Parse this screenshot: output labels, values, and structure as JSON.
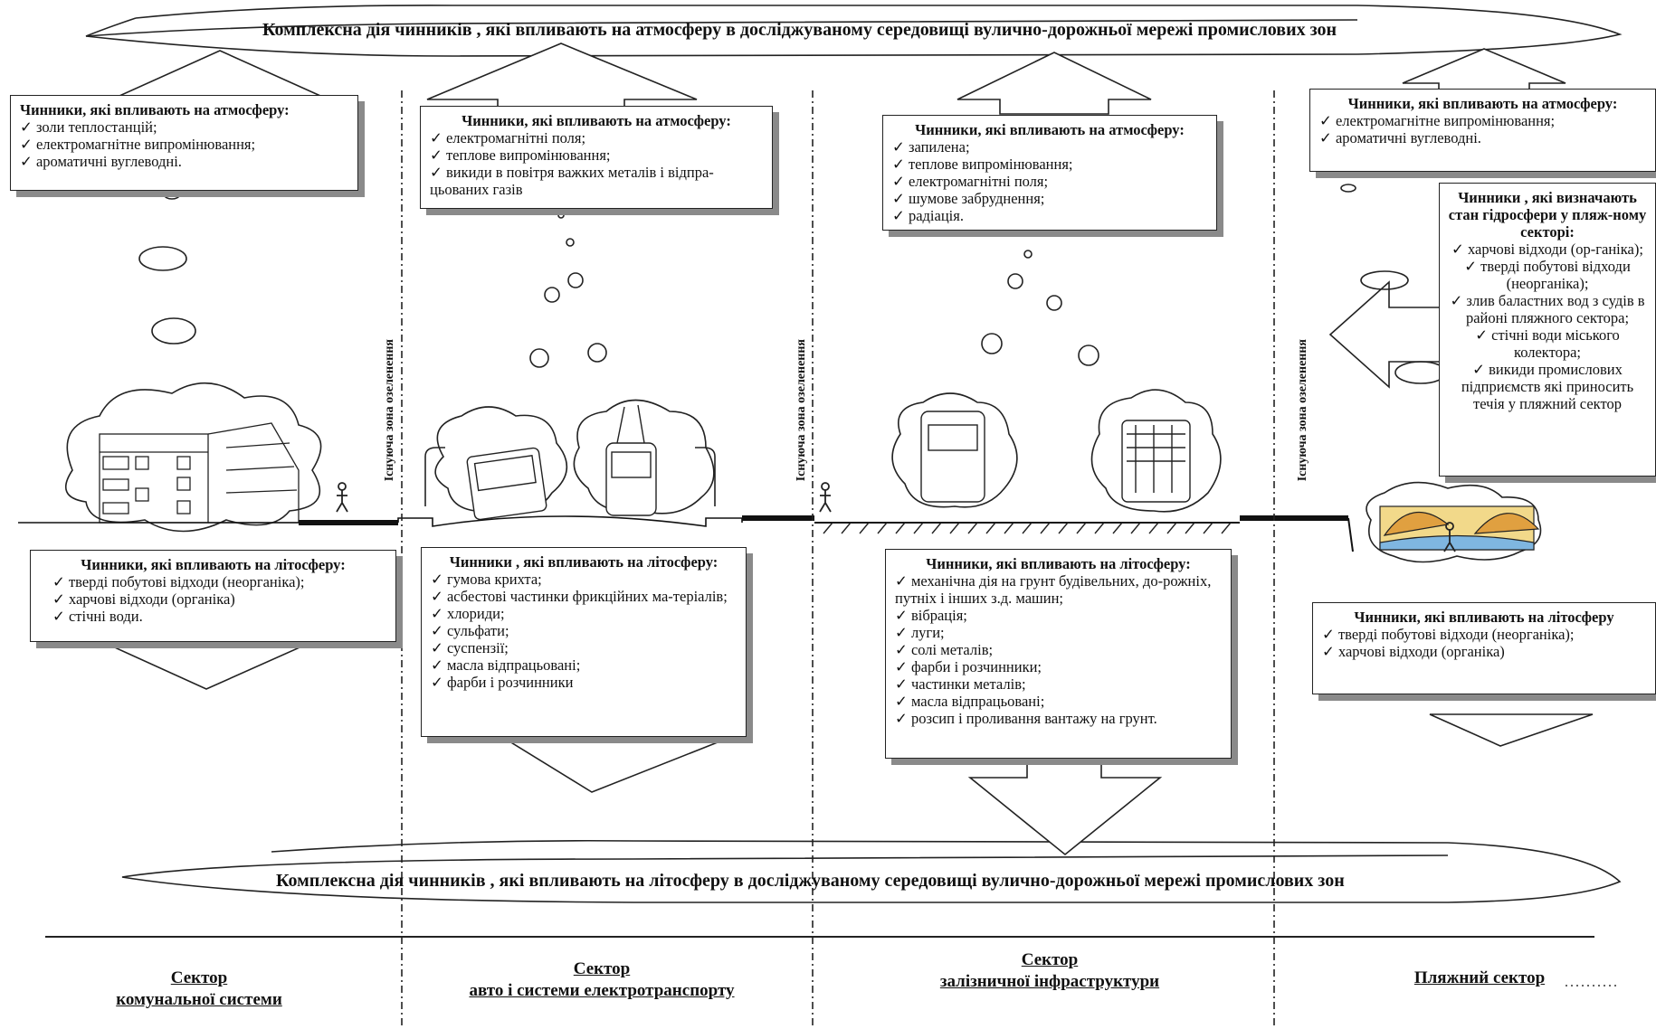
{
  "banners": {
    "top": "Комплексна дія чинників , які впливають  на атмосферу в досліджуваному середовищі вулично-дорожньої мережі  промислових зон",
    "bottom": "Комплексна дія чинників , які впливають  на літосферу в досліджуваному середовищі вулично-дорожньої мережі  промислових зон"
  },
  "vertical_label": "Існуюча зона озеленення",
  "atmo": [
    {
      "title": "Чинники, які впливають на атмосферу:",
      "items": [
        "золи теплостанцій;",
        "електромагнітне випромінювання;",
        "ароматичні вуглеводні."
      ]
    },
    {
      "title": "Чинники, які впливають на атмосферу:",
      "items": [
        "електромагнітні поля;",
        "теплове випромінювання;",
        "викиди в повітря важких металів і відпра-цьованих газів"
      ]
    },
    {
      "title": "Чинники, які впливають на атмосферу:",
      "items": [
        "запилена;",
        "теплове випромінювання;",
        "електромагнітні поля;",
        "шумове забруднення;",
        "радіація."
      ]
    },
    {
      "title": "Чинники, які впливають на атмосферу:",
      "items": [
        "електромагнітне випромінювання;",
        "ароматичні вуглеводні."
      ]
    }
  ],
  "hydro": {
    "title": "Чинники , які визначають стан гідросфери у пляж-ному секторі:",
    "items": [
      "харчові відходи (ор-ганіка);",
      "тверді побутові відходи (неорганіка);",
      "злив баластних вод з судів в районі пляжного сектора;",
      "стічні води міського колектора;",
      "викиди промислових підприємств які приносить течія у пляжний сектор"
    ]
  },
  "litho": [
    {
      "title": "Чинники, які впливають на літосферу:",
      "items": [
        "тверді побутові відходи (неорганіка);",
        "харчові відходи (органіка)",
        "стічні води."
      ]
    },
    {
      "title": "Чинники , які впливають на літосферу:",
      "items": [
        "гумова крихта;",
        "асбестові частинки фрикційних ма-теріалів;",
        "хлориди;",
        "сульфати;",
        "суспензії;",
        "масла відпрацьовані;",
        "фарби і розчинники"
      ]
    },
    {
      "title": "Чинники, які впливають на літосферу:",
      "items": [
        "механічна дія на грунт будівельних, до-рожніх, путніх і інших  з.д. машин;",
        "вібрація;",
        "луги;",
        "солі металів;",
        "фарби і розчинники;",
        "частинки металів;",
        "масла відпрацьовані;",
        "розсип і проливання вантажу на грунт."
      ]
    },
    {
      "title": "Чинники, які  впливають на літосферу",
      "items": [
        "тверді побутові відходи (неорганіка);",
        "харчові відходи (органіка)"
      ]
    }
  ],
  "sectors": [
    {
      "line1": "Сектор",
      "line2": "комунальної системи"
    },
    {
      "line1": "Сектор",
      "line2": "авто і системи електротранспорту"
    },
    {
      "line1": "Сектор",
      "line2": "залізничної інфраструктури"
    },
    {
      "line1": "",
      "line2": "Пляжний сектор"
    }
  ],
  "colors": {
    "line": "#111111",
    "shadow": "#8a8a8a",
    "sand": "#f2d98a",
    "sea": "#7fb6e0",
    "umbrella": "#e0a040"
  }
}
